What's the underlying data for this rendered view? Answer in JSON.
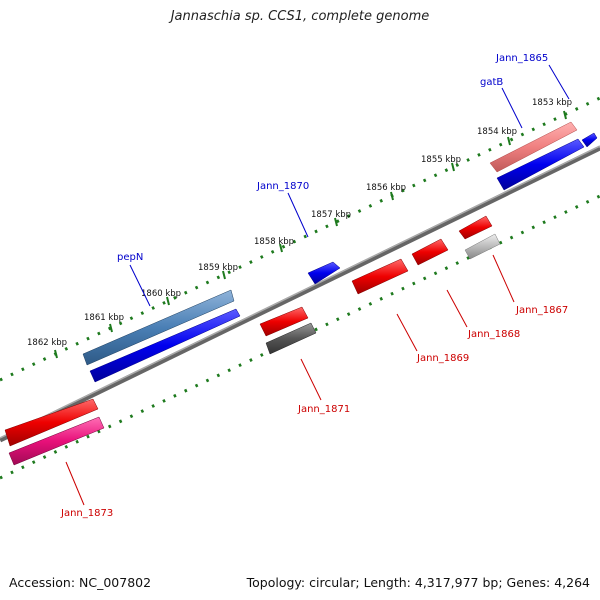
{
  "title": "Jannaschia sp. CCS1, complete genome",
  "footer": {
    "accession": "Accession: NC_007802",
    "summary": "Topology: circular; Length: 4,317,977 bp; Genes: 4,264"
  },
  "colors": {
    "backbone": "#888888",
    "dots": "#1e7a1e",
    "forward_gene": "#0000ee",
    "reverse_gene": "#ee0000",
    "forward_label": "#0000cc",
    "reverse_label": "#cc0000"
  },
  "scale_ticks": [
    {
      "label": "1853 kbp"
    },
    {
      "label": "1854 kbp"
    },
    {
      "label": "1855 kbp"
    },
    {
      "label": "1856 kbp"
    },
    {
      "label": "1857 kbp"
    },
    {
      "label": "1858 kbp"
    },
    {
      "label": "1859 kbp"
    },
    {
      "label": "1860 kbp"
    },
    {
      "label": "1861 kbp"
    },
    {
      "label": "1862 kbp"
    }
  ],
  "gene_labels": {
    "jann_1865": "Jann_1865",
    "gatb": "gatB",
    "jann_1870": "Jann_1870",
    "pepn": "pepN",
    "jann_1867": "Jann_1867",
    "jann_1868": "Jann_1868",
    "jann_1869": "Jann_1869",
    "jann_1871": "Jann_1871",
    "jann_1873": "Jann_1873"
  }
}
